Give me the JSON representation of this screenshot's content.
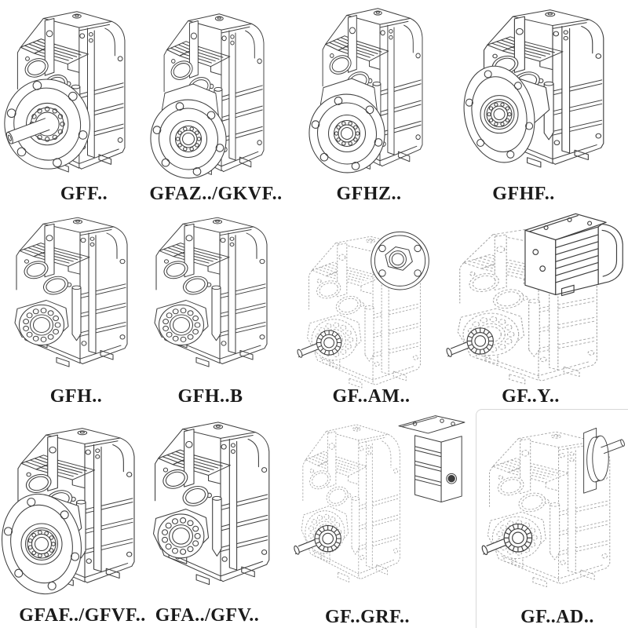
{
  "catalog": {
    "items": [
      {
        "label": "GFF..",
        "drawing": "gearbox-flange-shaft"
      },
      {
        "label": "GFAZ../GKVF..",
        "drawing": "gearbox-small-flange-hollow"
      },
      {
        "label": "GFHZ..",
        "drawing": "gearbox-small-flange-hollow"
      },
      {
        "label": "GFHF..",
        "drawing": "gearbox-large-flange-hollow"
      },
      {
        "label": "GFH..",
        "drawing": "gearbox-hollow-shaft-bearing"
      },
      {
        "label": "GFH..B",
        "drawing": "gearbox-hollow-shaft-bearing"
      },
      {
        "label": "GF..AM..",
        "drawing": "gearbox-phantom-motor-flange-adapter"
      },
      {
        "label": "GF..Y..",
        "drawing": "gearbox-phantom-integral-motor"
      },
      {
        "label": "GFAF../GFVF..",
        "drawing": "gearbox-large-flange-hollow"
      },
      {
        "label": "GFA../GFV..",
        "drawing": "gearbox-hollow-shaft-bearing"
      },
      {
        "label": "GF..GRF..",
        "drawing": "gearbox-phantom-fin-adapter"
      },
      {
        "label": "GF..AD..",
        "drawing": "gearbox-phantom-shaft-adapter"
      }
    ],
    "colors": {
      "line": "#3f3f3f",
      "phantom_line": "#a5a5a5",
      "text": "#1b1b1b",
      "cell_border": "#d8d8d8"
    }
  }
}
